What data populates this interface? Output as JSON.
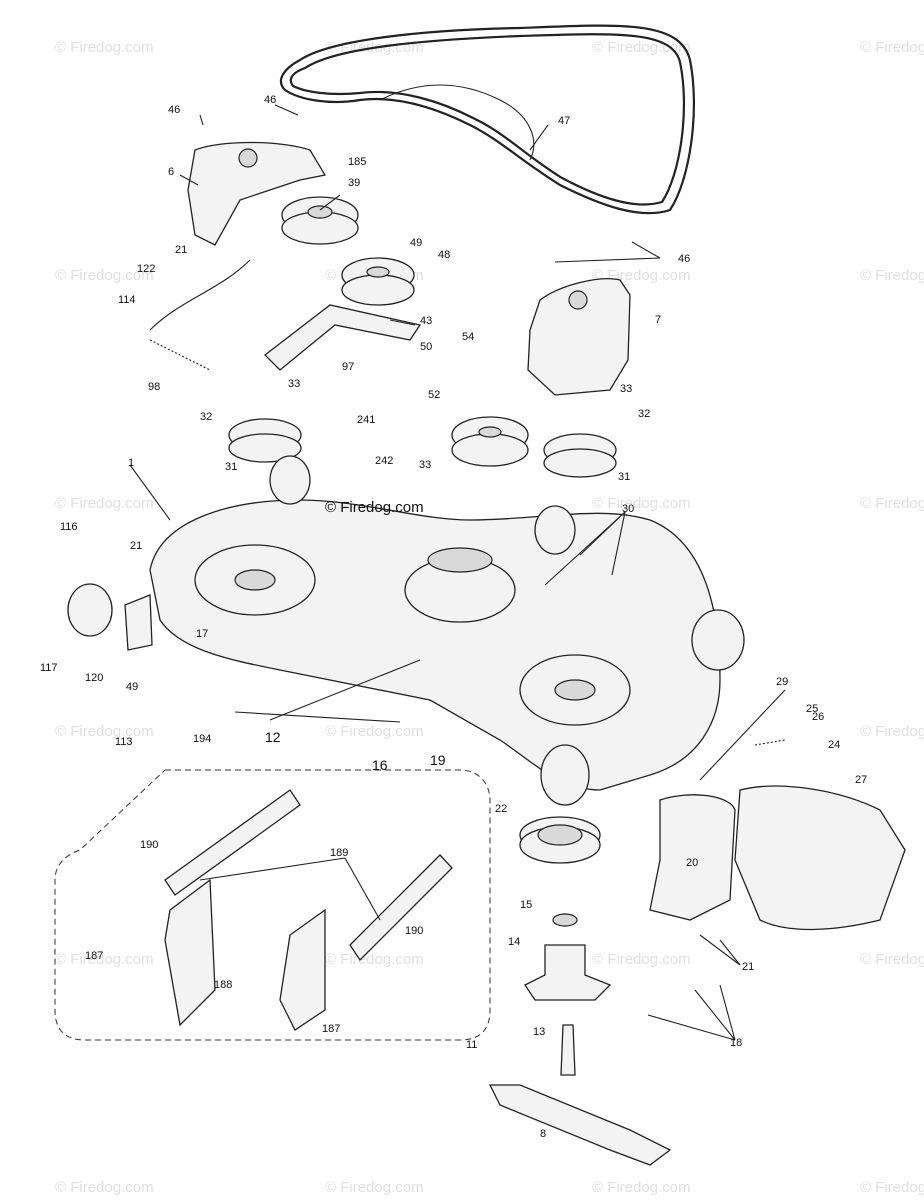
{
  "watermark": {
    "text": "© Firedog.com",
    "center_text": "© Firedog.com"
  },
  "callouts": {
    "c46a": "46",
    "c46b": "46",
    "c46c": "46",
    "c6": "6",
    "c185": "185",
    "c39": "39",
    "c47": "47",
    "c49a": "49",
    "c48": "48",
    "c43": "43",
    "c50": "50",
    "c97": "97",
    "c21a": "21",
    "c122": "122",
    "c114": "114",
    "c98": "98",
    "c54": "54",
    "c7": "7",
    "c33a": "33",
    "c33b": "33",
    "c33c": "33",
    "c52": "52",
    "c32a": "32",
    "c32b": "32",
    "c241": "241",
    "c242": "242",
    "c31a": "31",
    "c31b": "31",
    "c1": "1",
    "c30": "30",
    "c116": "116",
    "c21b": "21",
    "c17": "17",
    "c117": "117",
    "c120": "120",
    "c49b": "49",
    "c113": "113",
    "c194": "194",
    "c12": "12",
    "c16": "16",
    "c19": "19",
    "c29": "29",
    "c25": "25",
    "c26": "26",
    "c24": "24",
    "c27": "27",
    "c22": "22",
    "c20": "20",
    "c15": "15",
    "c14": "14",
    "c21c": "21",
    "c13": "13",
    "c18": "18",
    "c11": "11",
    "c8": "8",
    "c190a": "190",
    "c189": "189",
    "c190b": "190",
    "c187a": "187",
    "c188": "188",
    "c187b": "187"
  },
  "colors": {
    "ink": "#222222",
    "watermark": "#e0e0e0",
    "paper": "#ffffff"
  }
}
